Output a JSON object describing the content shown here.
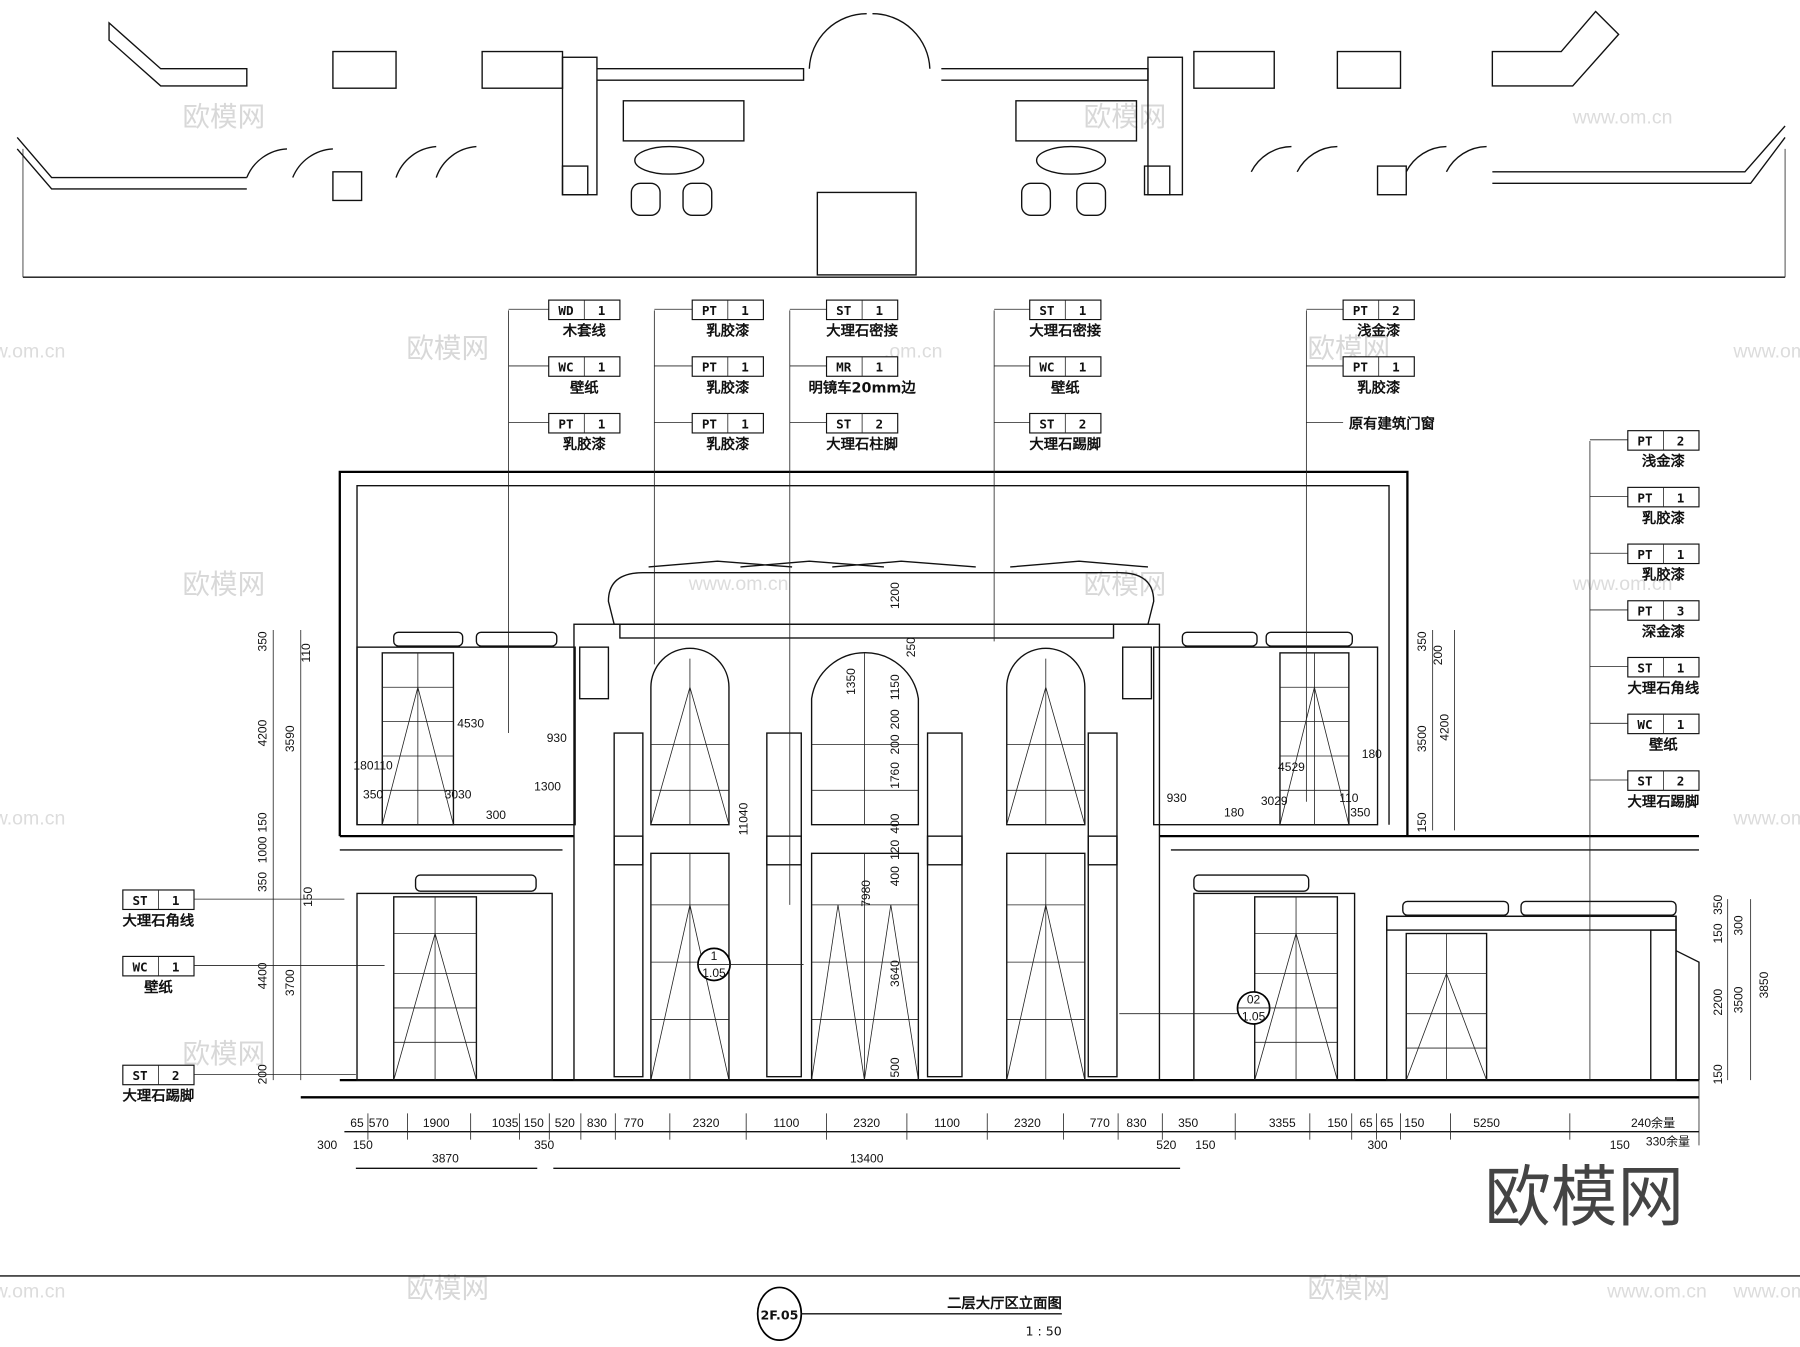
{
  "drawing": {
    "title": "二层大厅区立面图",
    "scale": "1 : 50",
    "sheet_ref": "2F.05",
    "section_markers": [
      {
        "top": "1",
        "bottom": "1.05"
      },
      {
        "top": "02",
        "bottom": "1.05"
      }
    ]
  },
  "watermarks": {
    "brand_cn": "欧模网",
    "brand_url": "www.om.cn",
    "fragment_url": ".om.cn",
    "big_logo": "欧模网"
  },
  "material_tags": {
    "top_columns": [
      [
        {
          "code": "WD",
          "num": "1",
          "label": "木套线"
        },
        {
          "code": "WC",
          "num": "1",
          "label": "壁纸"
        },
        {
          "code": "PT",
          "num": "1",
          "label": "乳胶漆"
        }
      ],
      [
        {
          "code": "PT",
          "num": "1",
          "label": "乳胶漆"
        },
        {
          "code": "PT",
          "num": "1",
          "label": "乳胶漆"
        },
        {
          "code": "PT",
          "num": "1",
          "label": "乳胶漆"
        }
      ],
      [
        {
          "code": "ST",
          "num": "1",
          "label": "大理石密接"
        },
        {
          "code": "MR",
          "num": "1",
          "label": "明镜车20mm边"
        },
        {
          "code": "ST",
          "num": "2",
          "label": "大理石柱脚"
        }
      ],
      [
        {
          "code": "ST",
          "num": "1",
          "label": "大理石密接"
        },
        {
          "code": "WC",
          "num": "1",
          "label": "壁纸"
        },
        {
          "code": "ST",
          "num": "2",
          "label": "大理石踢脚"
        }
      ],
      [
        {
          "code": "PT",
          "num": "2",
          "label": "浅金漆"
        },
        {
          "code": "PT",
          "num": "1",
          "label": "乳胶漆"
        },
        {
          "code": null,
          "num": null,
          "label": "原有建筑门窗"
        }
      ]
    ],
    "right_column": [
      {
        "code": "PT",
        "num": "2",
        "label": "浅金漆"
      },
      {
        "code": "PT",
        "num": "1",
        "label": "乳胶漆"
      },
      {
        "code": "PT",
        "num": "1",
        "label": "乳胶漆"
      },
      {
        "code": "PT",
        "num": "3",
        "label": "深金漆"
      },
      {
        "code": "ST",
        "num": "1",
        "label": "大理石角线"
      },
      {
        "code": "WC",
        "num": "1",
        "label": "壁纸"
      },
      {
        "code": "ST",
        "num": "2",
        "label": "大理石踢脚"
      }
    ],
    "left_column": [
      {
        "code": "ST",
        "num": "1",
        "label": "大理石角线"
      },
      {
        "code": "WC",
        "num": "1",
        "label": "壁纸"
      },
      {
        "code": "ST",
        "num": "2",
        "label": "大理石踢脚"
      }
    ]
  },
  "dimensions": {
    "horizontal_row1": [
      "65",
      "570",
      "1900",
      "1035",
      "150",
      "520",
      "830",
      "770",
      "2320",
      "1100",
      "2320",
      "1100",
      "2320",
      "770",
      "830",
      "350",
      "3355",
      "150",
      "65",
      "65",
      "150",
      "5250",
      "240余量"
    ],
    "horizontal_row2": [
      "300",
      "150",
      "350",
      "520",
      "150",
      "300",
      "150",
      "330余量"
    ],
    "horizontal_totals": [
      "3870",
      "13400"
    ],
    "vertical_left": [
      "350",
      "110",
      "4200",
      "3590",
      "150",
      "1000",
      "350",
      "150",
      "4400",
      "3700",
      "200"
    ],
    "vertical_right_upper": [
      "350",
      "200",
      "3500",
      "4200",
      "150"
    ],
    "vertical_far_right": [
      "150",
      "350",
      "300",
      "2200",
      "3500",
      "3850",
      "150"
    ],
    "vertical_center": [
      "1200",
      "250",
      "1350",
      "1150",
      "200",
      "200",
      "1760",
      "11040",
      "400",
      "120",
      "400",
      "7980",
      "3640",
      "500"
    ],
    "internal_left": [
      "4530",
      "930",
      "1300",
      "3030",
      "350",
      "180110",
      "300"
    ],
    "internal_right": [
      "4529",
      "930",
      "3029",
      "110",
      "180",
      "350",
      "180"
    ]
  }
}
